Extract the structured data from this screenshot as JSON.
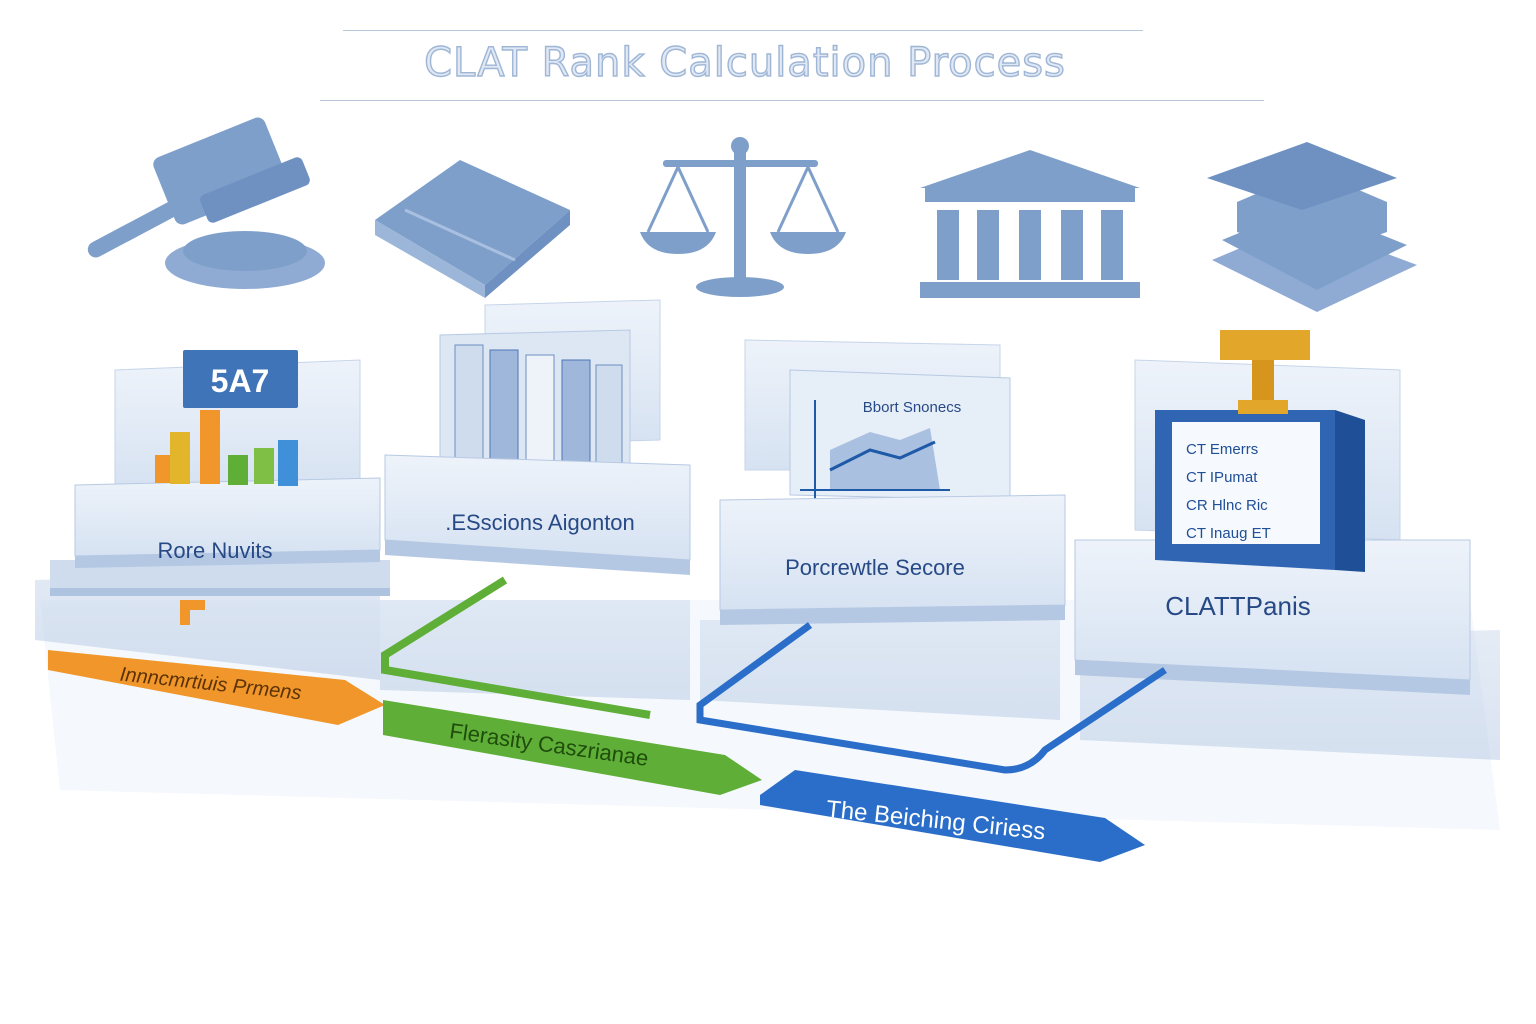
{
  "title": "CLAT Rank Calculation Process",
  "icons": [
    "gavel-icon",
    "law-book-icon",
    "scales-of-justice-icon",
    "courthouse-icon",
    "graduation-cap-icon"
  ],
  "colors": {
    "icon": "#7f9fcb",
    "platform": "#dbe6f4",
    "orange": "#f0962a",
    "green": "#5fae37",
    "blue": "#2a6ec9",
    "gold": "#e2a62b"
  },
  "stages": [
    {
      "sign": "5A7",
      "label": "Rore Nuvits"
    },
    {
      "label": ".ESscions Aigonton"
    },
    {
      "chart_title": "Bbort Snonecs",
      "label": "Porcrewtle Secore"
    },
    {
      "list": [
        "CT  Emerrs",
        "CT  IPumat",
        "CR  Hlnc Ric",
        "CT  Inaug ET"
      ],
      "label": "CLATTPanis"
    }
  ],
  "arrows": [
    {
      "label": "Innncmrtiuis Prmens",
      "color": "#f0962a"
    },
    {
      "label": "Flerasity  Caszrianae",
      "color": "#5fae37"
    },
    {
      "label": "The Beiching Ciriess",
      "color": "#2a6ec9"
    }
  ]
}
